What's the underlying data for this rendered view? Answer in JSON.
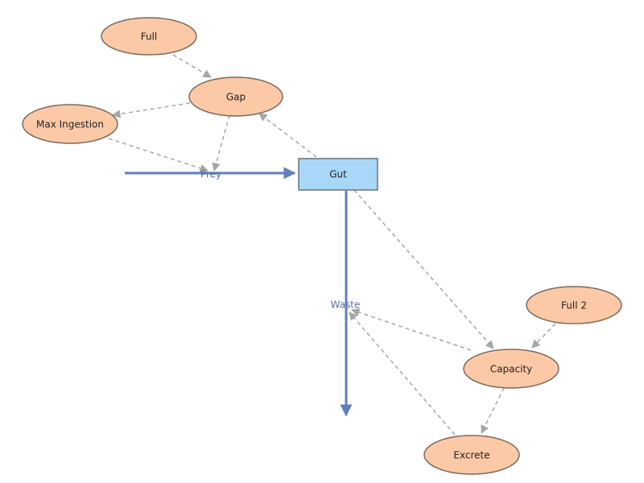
{
  "diagram": {
    "nodes": {
      "full": "Full",
      "gap": "Gap",
      "max_ingestion": "Max Ingestion",
      "gut": "Gut",
      "full2": "Full 2",
      "capacity": "Capacity",
      "excrete": "Excrete"
    },
    "flows": {
      "prey": "Prey",
      "waste": "Waste"
    },
    "colors": {
      "variable_fill": "#fcc9a6",
      "stock_fill": "#a9d7f7",
      "flow": "#5f7fbf",
      "link": "#a6a6a6"
    }
  }
}
